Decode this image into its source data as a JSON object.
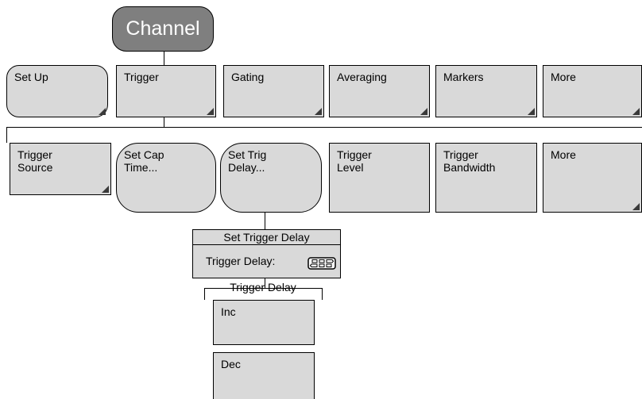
{
  "root": {
    "label": "Channel"
  },
  "level1": [
    {
      "label": "Set Up"
    },
    {
      "label": "Trigger"
    },
    {
      "label": "Gating"
    },
    {
      "label": "Averaging"
    },
    {
      "label": "Markers"
    },
    {
      "label": "More"
    }
  ],
  "level2": [
    {
      "label": "Trigger\nSource"
    },
    {
      "label": "Set Cap\nTime..."
    },
    {
      "label": "Set Trig\nDelay..."
    },
    {
      "label": "Trigger\nLevel"
    },
    {
      "label": "Trigger\nBandwidth"
    },
    {
      "label": "More"
    }
  ],
  "dialog": {
    "title": "Set Trigger Delay",
    "field_label": "Trigger Delay:",
    "field_icon": "keypad-icon"
  },
  "level3": {
    "label": "Trigger Delay",
    "items": [
      {
        "label": "Inc"
      },
      {
        "label": "Dec"
      }
    ]
  },
  "colors": {
    "root_fill": "#7f7f7f",
    "key_fill": "#d9d9d9",
    "line": "#000000"
  }
}
